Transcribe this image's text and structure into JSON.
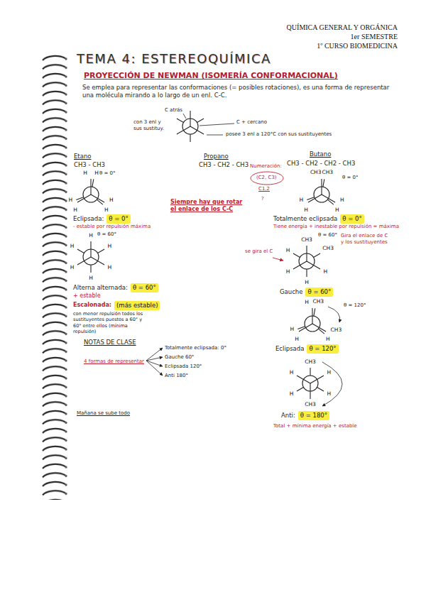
{
  "diagram": {
    "title": "TEMA 4: ESTEREOQUÍMICA",
    "nodes": [
      {
        "text": [
          "θ = 0°"
        ]
      },
      {
        "text": [
          "θ = 60°"
        ]
      },
      {
        "text": [
          "(más estable)"
        ]
      },
      {
        "text": [
          "θ = 0°"
        ]
      },
      {
        "text": [
          "θ = 60°"
        ]
      },
      {
        "text": [
          "θ = 120°"
        ]
      },
      {
        "text": [
          "θ = 180°"
        ]
      }
    ],
    "labels": [
      "QUÍMICA GENERAL Y ORGÁNICA",
      "1er SEMESTRE",
      "1º CURSO BIOMEDICINA",
      "PROYECCIÓN DE NEWMAN (ISOMERÍA CONFORMACIONAL)",
      "Se emplea para representar las conformaciones (= posibles rotaciones), es una forma de representar una molécula mirando a lo largo de un enl. C-C.",
      "C atrás",
      "con 3 enl y sus sustituy.",
      "C + cercano",
      "posee 3 enl a 120°C con sus sustituyentes",
      "Etano",
      "CH3 - CH3",
      "θ = 0°",
      "H",
      "H",
      "H",
      "H",
      "H",
      "H",
      "Eclipsada:",
      "- estable por repulsión máxima",
      "θ = 60°",
      "H",
      "H",
      "H",
      "H",
      "H",
      "H",
      "Alterna alternada:",
      "+ estable",
      "Escalonada:",
      "con menor repulsión todos los sustituyentes puestos a 60° y 60° entre ellos (mínima repulsión)",
      "NOTAS DE CLASE",
      "4 formas de representar",
      "Totalmente eclipsada: 0°",
      "Gauche 60°",
      "Eclipsada 120°",
      "Anti 180°",
      "Mañana se sube todo",
      "Propano",
      "CH3 - CH2 - CH3",
      "Siempre hay que rotar el enlace de los C-C",
      "Butano",
      "CH3 - CH2 - CH2 - CH3",
      "Numeración:",
      "(C2, C3)",
      "C1,2",
      "?",
      "θ = 0°",
      "CH3",
      "CH3",
      "H",
      "H",
      "H",
      "H",
      "Totalmente eclipsada",
      "Tiene energía + inestable por repulsión = máxima",
      "θ = 60°",
      "se gira el C",
      "Gira el enlace de C y los sustituyentes",
      "CH3",
      "CH3",
      "H",
      "H",
      "H",
      "H",
      "Gauche",
      "θ = 120°",
      "H",
      "CH3",
      "CH3",
      "H",
      "H",
      "H",
      "Eclipsada",
      "CH3",
      "CH3",
      "H",
      "H",
      "H",
      "H",
      "Anti:",
      "Total + mínima energía + estable"
    ]
  }
}
